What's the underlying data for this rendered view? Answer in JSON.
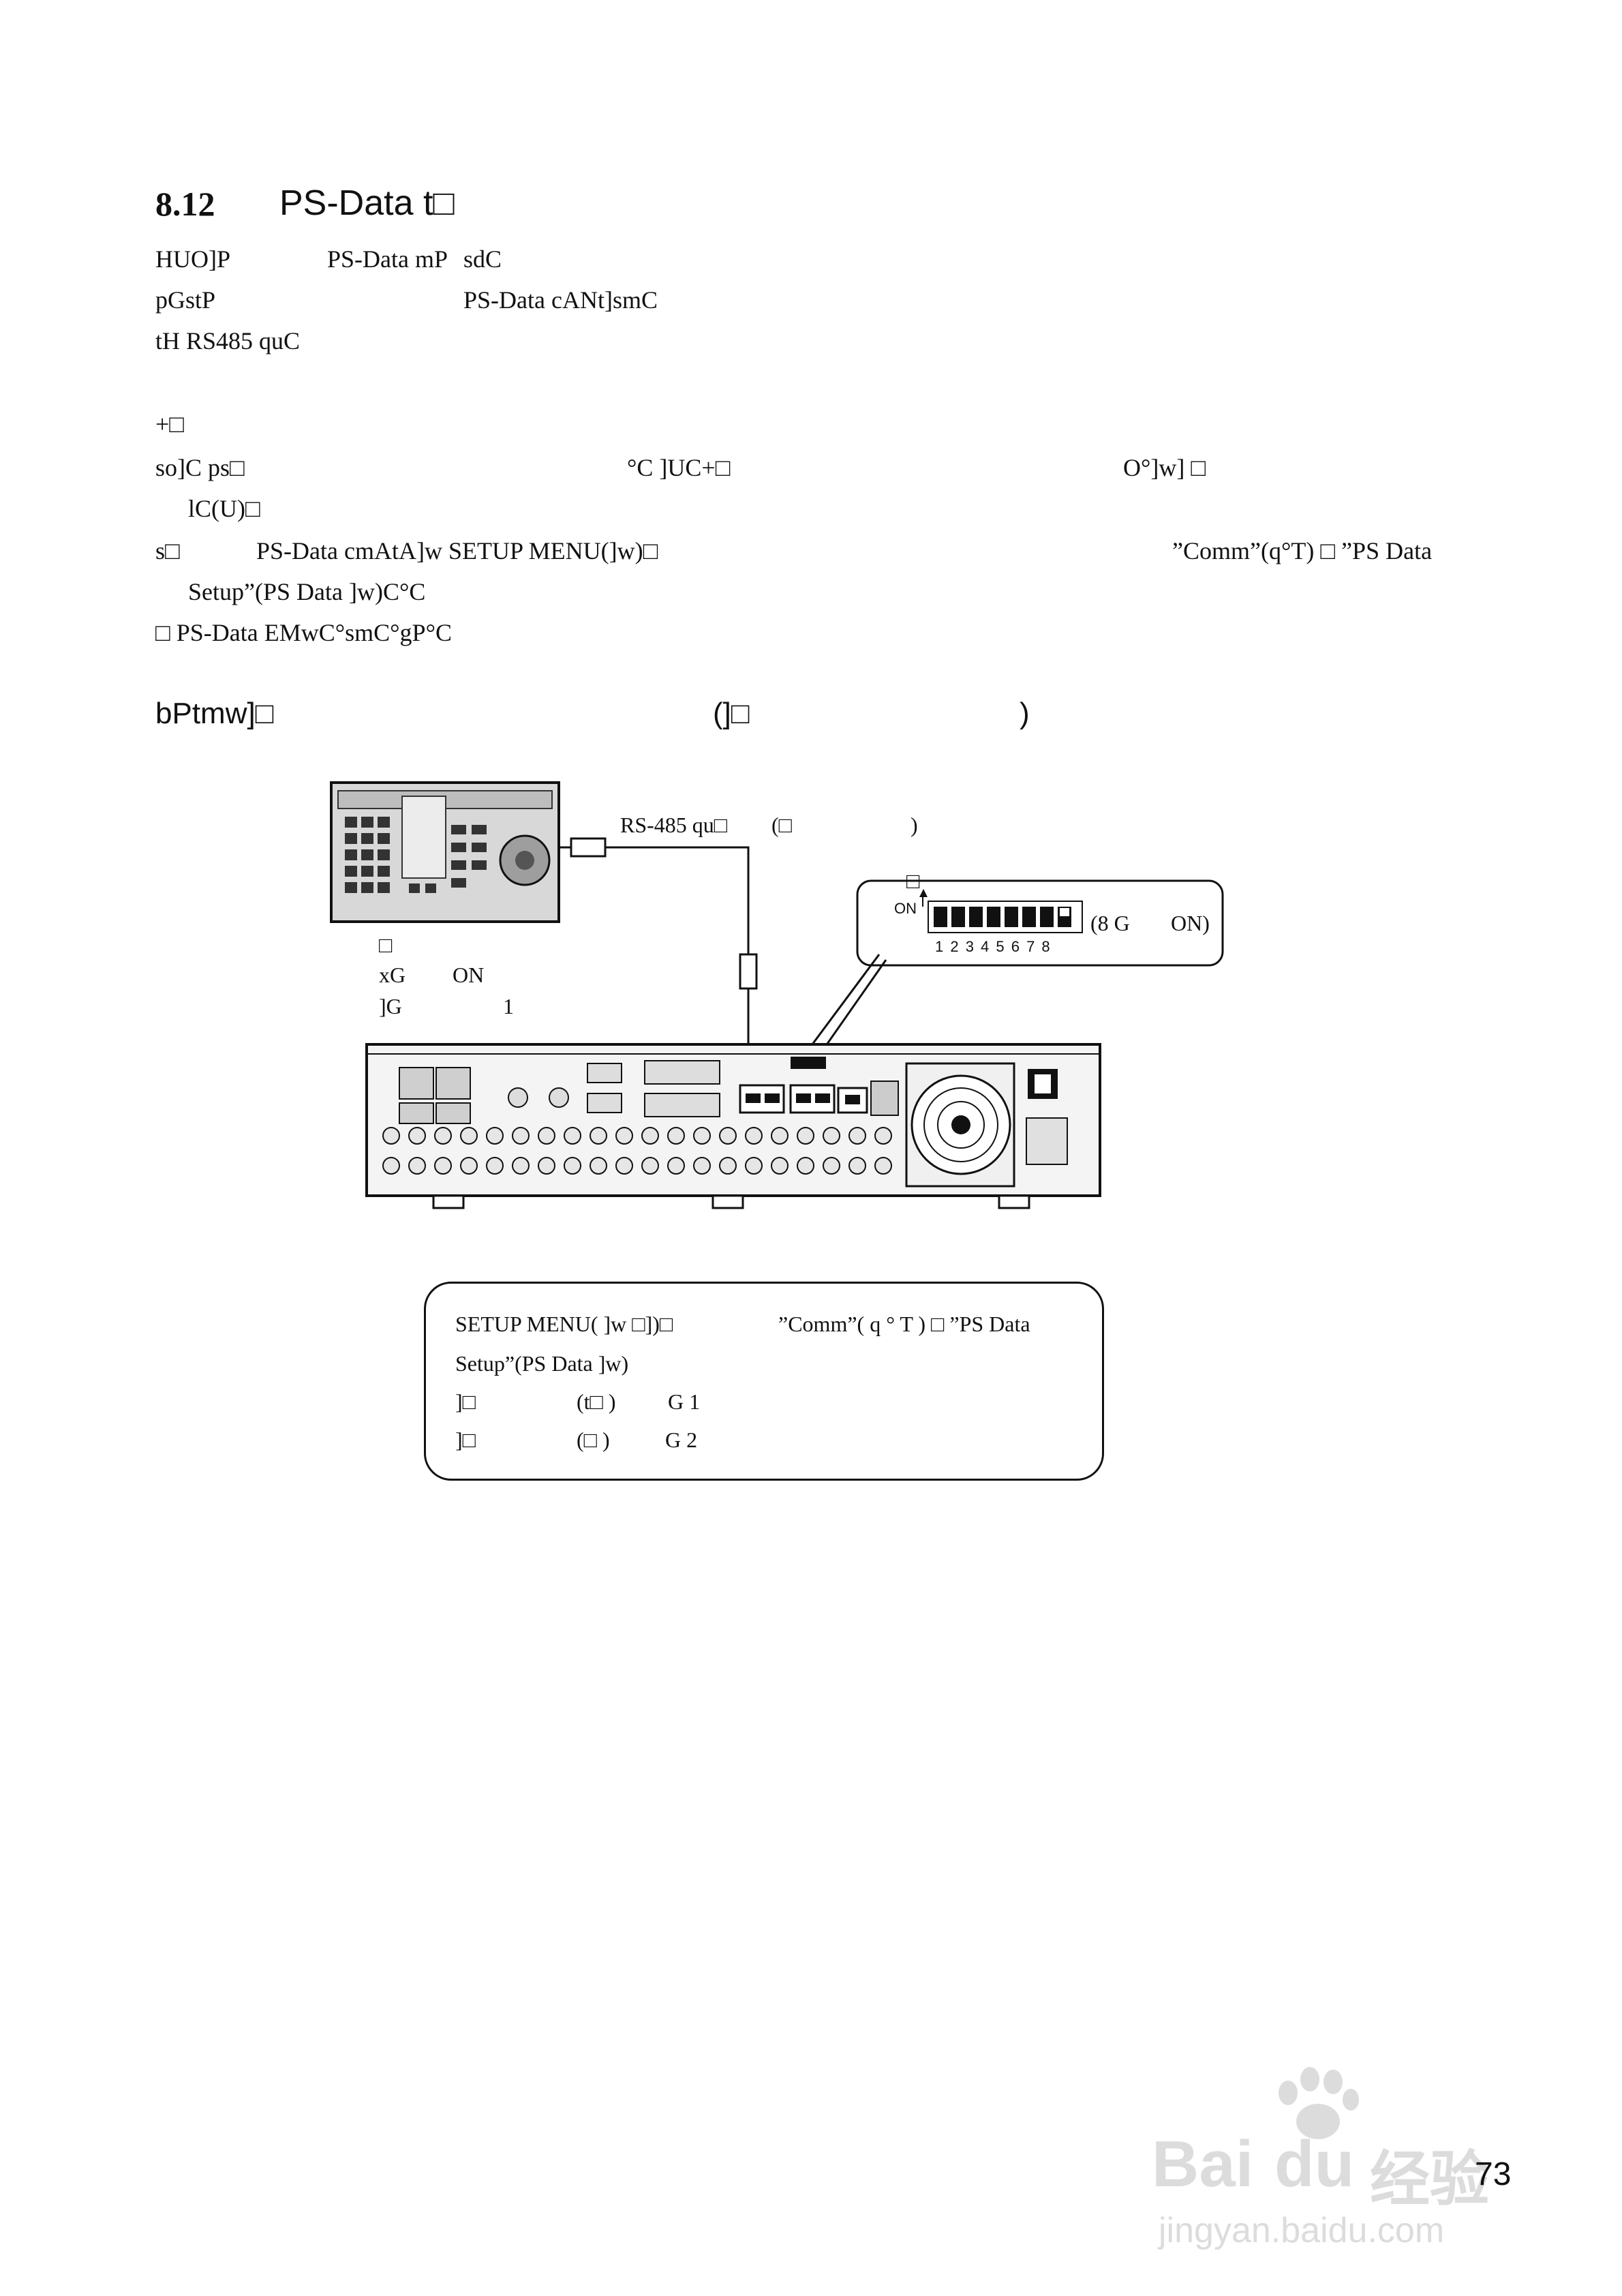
{
  "section": {
    "number": "8.12",
    "title_main": "PS-Data t□"
  },
  "intro": {
    "line1_a": "HUO]P",
    "line1_b": "PS-Data mP",
    "line1_c": "sdC",
    "line2_a": "pGstP",
    "line2_b": "PS-Data cANt]smC",
    "line3": "tH RS485 quC"
  },
  "note_marker": "+□",
  "bullets": [
    {
      "a": "so]C ps□",
      "b": "°C ]UC+□",
      "c": "O°]w] □"
    },
    {
      "a": "lC(U)□"
    },
    {
      "a": "s□",
      "b": "PS-Data  cmAtA]w  SETUP  MENU(]w)□",
      "c": "”Comm”(q°T) □  ”PS  Data"
    },
    {
      "a": "Setup”(PS Data ]w)C°C"
    },
    {
      "a": "□  PS-Data EMwC°smC°gP°C"
    }
  ],
  "heading2": {
    "left": "bPtmw]□",
    "mid": "(]□",
    "right": ")"
  },
  "diagram": {
    "cable_label": "RS-485 qu□",
    "cable_label_paren": "(□",
    "cable_label_close": ")",
    "dip_marker": "□",
    "dip_on": "ON",
    "dip_numbers": "1 2 3 4 5 6 7 8",
    "dip_label": "(8 G",
    "dip_label_on": "ON)",
    "kb_note1": "□",
    "kb_note2": "xG",
    "kb_note2_on": "ON",
    "kb_note3": "]G",
    "kb_note3_val": "1"
  },
  "infobox": {
    "line1_a": "SETUP   MENU(  ]w  □])□",
    "line1_b": "”Comm”( q ° T ) □  ”PS   Data",
    "line2": "Setup”(PS Data ]w)",
    "line3_a": "]□",
    "line3_b": "(t□    )",
    "line3_c": "G 1",
    "line4_a": "]□",
    "line4_b": "(□         )",
    "line4_c": "G 2"
  },
  "page_number": "73",
  "watermark": {
    "brand": "Bai",
    "brand2": "du",
    "cn": "经验",
    "url": "jingyan.baidu.com"
  }
}
